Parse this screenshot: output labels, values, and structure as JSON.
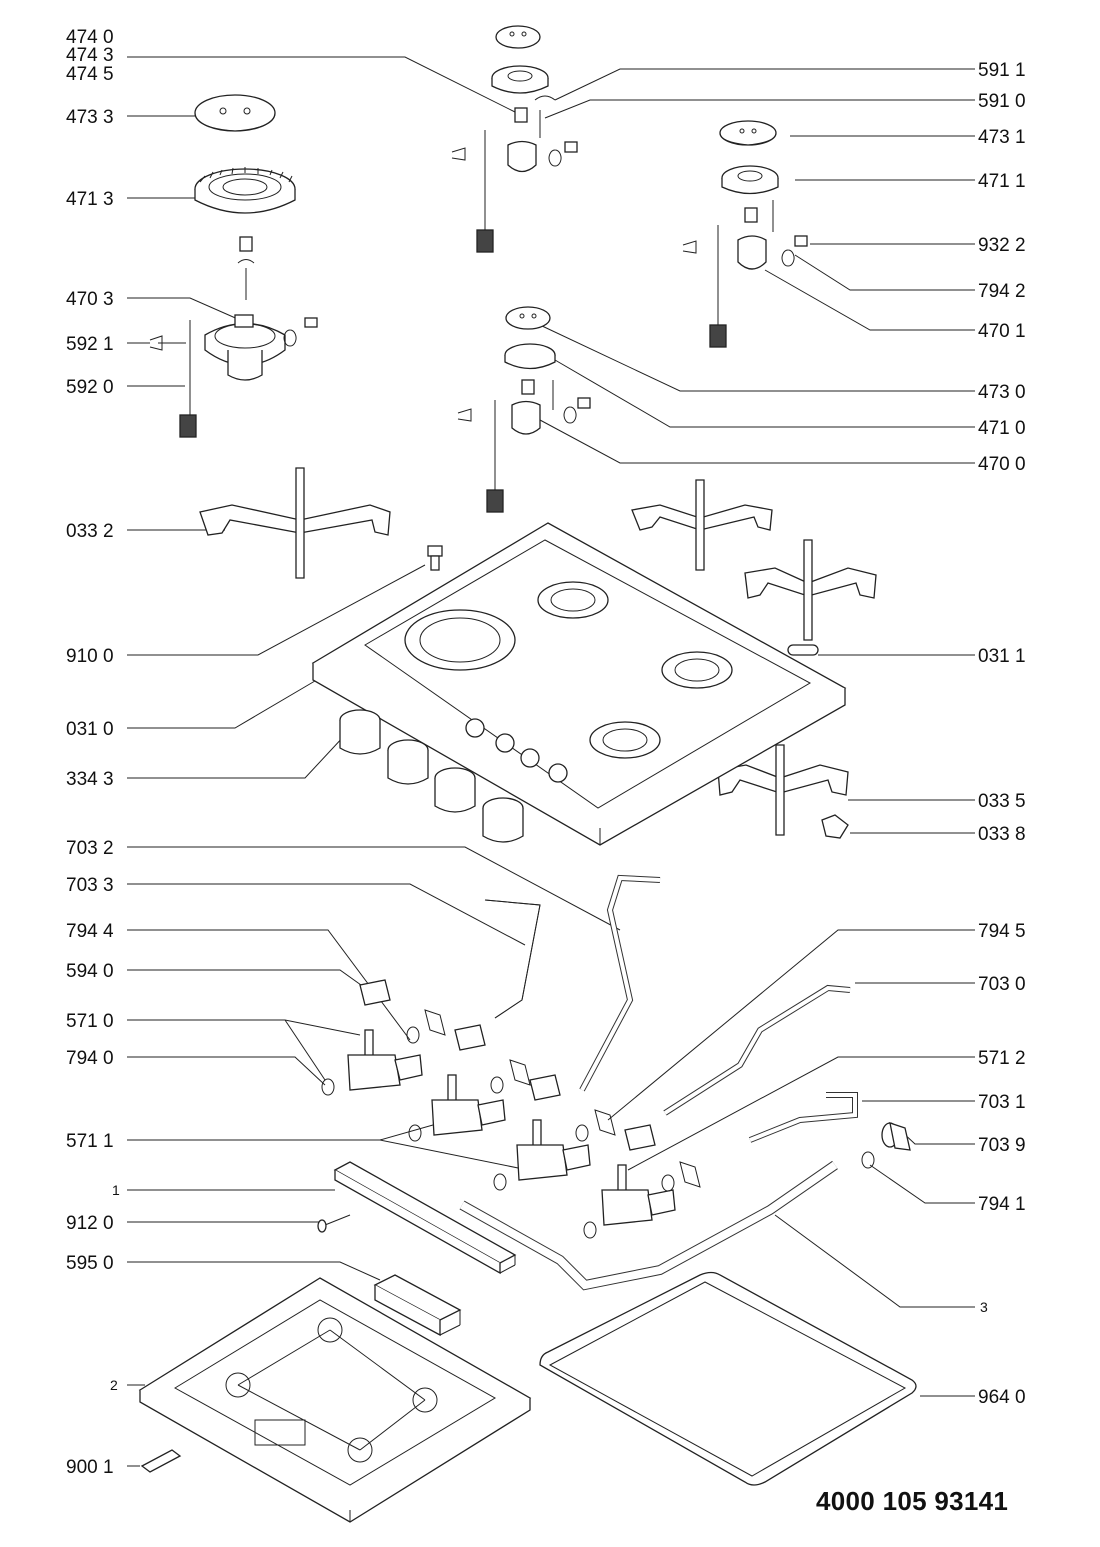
{
  "document_number": "4000 105 93141",
  "left_labels": [
    {
      "id": "4740",
      "text": "474 0"
    },
    {
      "id": "4743",
      "text": "474 3"
    },
    {
      "id": "4745",
      "text": "474 5"
    },
    {
      "id": "4733",
      "text": "473 3"
    },
    {
      "id": "4713",
      "text": "471 3"
    },
    {
      "id": "4703",
      "text": "470 3"
    },
    {
      "id": "5921",
      "text": "592 1"
    },
    {
      "id": "5920",
      "text": "592 0"
    },
    {
      "id": "0332",
      "text": "033 2"
    },
    {
      "id": "9100",
      "text": "910 0"
    },
    {
      "id": "0310",
      "text": "031 0"
    },
    {
      "id": "3343",
      "text": "334 3"
    },
    {
      "id": "7032",
      "text": "703 2"
    },
    {
      "id": "7033",
      "text": "703 3"
    },
    {
      "id": "7944",
      "text": "794 4"
    },
    {
      "id": "5940",
      "text": "594 0"
    },
    {
      "id": "5710",
      "text": "571 0"
    },
    {
      "id": "7940",
      "text": "794 0"
    },
    {
      "id": "5711",
      "text": "571 1"
    },
    {
      "id": "1",
      "text": "1"
    },
    {
      "id": "9120",
      "text": "912 0"
    },
    {
      "id": "5950",
      "text": "595 0"
    },
    {
      "id": "2",
      "text": "2"
    },
    {
      "id": "9001",
      "text": "900 1"
    }
  ],
  "right_labels": [
    {
      "id": "5911",
      "text": "591 1"
    },
    {
      "id": "5910",
      "text": "591 0"
    },
    {
      "id": "4731",
      "text": "473 1"
    },
    {
      "id": "4711",
      "text": "471 1"
    },
    {
      "id": "9322",
      "text": "932 2"
    },
    {
      "id": "7942",
      "text": "794 2"
    },
    {
      "id": "4701",
      "text": "470 1"
    },
    {
      "id": "4730",
      "text": "473 0"
    },
    {
      "id": "4710",
      "text": "471 0"
    },
    {
      "id": "4700",
      "text": "470 0"
    },
    {
      "id": "0311",
      "text": "031 1"
    },
    {
      "id": "0335",
      "text": "033 5"
    },
    {
      "id": "0338",
      "text": "033 8"
    },
    {
      "id": "7945",
      "text": "794 5"
    },
    {
      "id": "7030",
      "text": "703 0"
    },
    {
      "id": "5712",
      "text": "571 2"
    },
    {
      "id": "7031",
      "text": "703 1"
    },
    {
      "id": "7039",
      "text": "703 9"
    },
    {
      "id": "7941",
      "text": "794 1"
    },
    {
      "id": "3",
      "text": "3"
    },
    {
      "id": "9640",
      "text": "964 0"
    }
  ]
}
